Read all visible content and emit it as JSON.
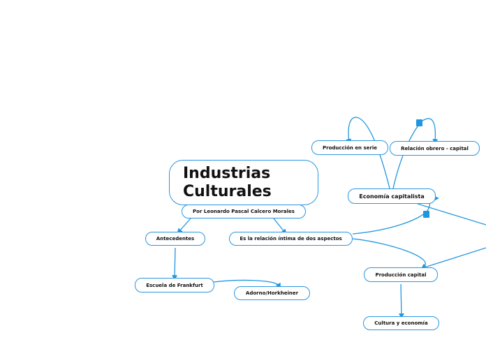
{
  "title": "Industrias Culturales",
  "nodes": {
    "subtitle": "Por Leonardo Pascal Calcero Morales",
    "antecedentes": "Antecedentes",
    "relacion_intima": "Es la relación íntima de dos aspectos",
    "escuela": "Escuela de Frankfurt",
    "adorno": "Adorno/Horkheiner",
    "produccion_serie": "Producción en serie",
    "relacion_obrero": "Relación obrero - capital",
    "economia": "Economía capitalista",
    "produccion_capital": "Producción capital",
    "cultura": "Cultura y economía"
  },
  "colors": {
    "accent": "#2b96e0"
  }
}
